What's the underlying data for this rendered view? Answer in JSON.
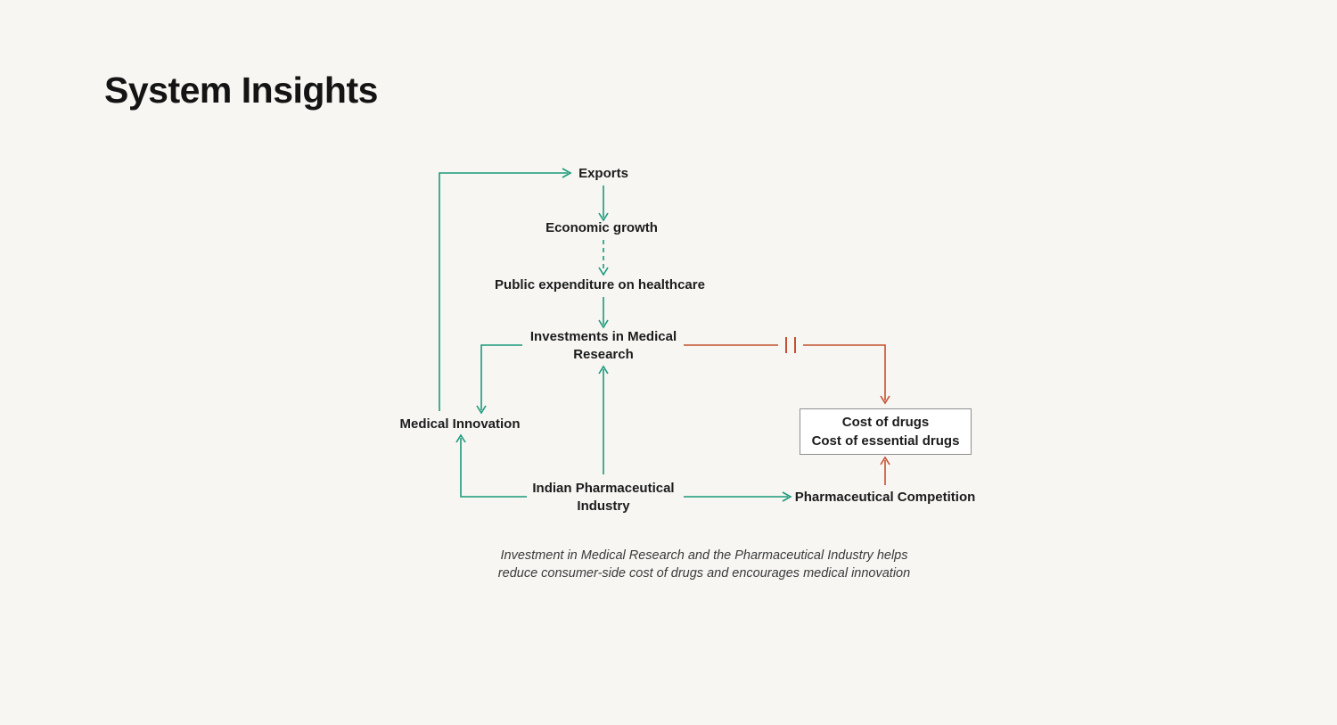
{
  "page": {
    "title": "System Insights",
    "background": "#f7f6f3"
  },
  "colors": {
    "positive_link": "#1a9a7a",
    "negative_link": "#c4502f"
  },
  "diagram": {
    "nodes": {
      "exports": "Exports",
      "economic_growth": "Economic growth",
      "public_expenditure": "Public expenditure on healthcare",
      "investments_medical_research": "Investments in Medical\nResearch",
      "medical_innovation": "Medical Innovation",
      "indian_pharmaceutical_industry": "Indian Pharmaceutical\nIndustry",
      "cost_of_drugs_box": "Cost of drugs\nCost of essential drugs",
      "pharmaceutical_competition": "Pharmaceutical Competition"
    },
    "caption": "Investment in Medical Research and the Pharmaceutical Industry helps\nreduce consumer-side cost of drugs and encourages medical innovation"
  }
}
